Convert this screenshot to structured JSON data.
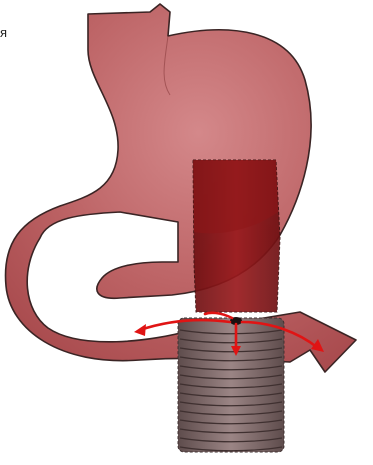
{
  "label_text": "я",
  "colors": {
    "stomach_fill": "#b65a5c",
    "stomach_light": "#cf7c7e",
    "outline": "#3a2424",
    "tube_fill": "#8e1618",
    "tube_dark": "#6e1012",
    "spring_fill": "#8b7575",
    "spring_dark": "#5e4c4c",
    "arrow": "#e01414"
  },
  "icons": [
    "stomach-shape",
    "insertion-tube",
    "spring-coil",
    "direction-arrows"
  ]
}
